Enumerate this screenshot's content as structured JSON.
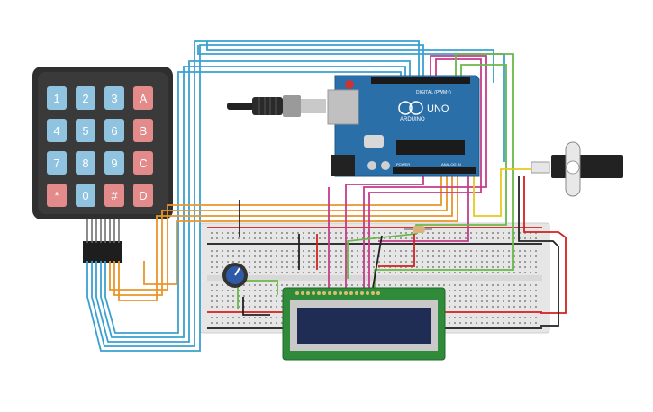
{
  "keypad": {
    "keys": [
      {
        "label": "1",
        "kind": "num"
      },
      {
        "label": "2",
        "kind": "num"
      },
      {
        "label": "3",
        "kind": "num"
      },
      {
        "label": "A",
        "kind": "fn"
      },
      {
        "label": "4",
        "kind": "num"
      },
      {
        "label": "5",
        "kind": "num"
      },
      {
        "label": "6",
        "kind": "num"
      },
      {
        "label": "B",
        "kind": "fn"
      },
      {
        "label": "7",
        "kind": "num"
      },
      {
        "label": "8",
        "kind": "num"
      },
      {
        "label": "9",
        "kind": "num"
      },
      {
        "label": "C",
        "kind": "fn"
      },
      {
        "label": "*",
        "kind": "fn"
      },
      {
        "label": "0",
        "kind": "num"
      },
      {
        "label": "#",
        "kind": "fn"
      },
      {
        "label": "D",
        "kind": "fn"
      }
    ]
  },
  "arduino": {
    "logo_text": "ARDUINO",
    "model": "UNO",
    "digital_label": "DIGITAL (PWM~)",
    "power_label": "POWER",
    "analog_label": "ANALOG IN"
  },
  "colors": {
    "keypad_body": "#2f2f2f",
    "key_num": "#8fc3e0",
    "key_fn": "#e38a8a",
    "board": "#2b6fa8",
    "breadboard": "#e8e8e8",
    "lcd_pcb": "#2f8a3a",
    "lcd_screen": "#1f2d55",
    "wire_blue": "#3aa0d0",
    "wire_orange": "#e8952a",
    "wire_pink": "#c43c8a",
    "wire_green": "#6ab84a",
    "wire_red": "#d42020",
    "wire_black": "#222222",
    "wire_yellow": "#e8c820"
  },
  "icons": [
    "usb-cable-icon",
    "servo-motor-icon",
    "potentiometer-icon",
    "resistor-icon"
  ]
}
